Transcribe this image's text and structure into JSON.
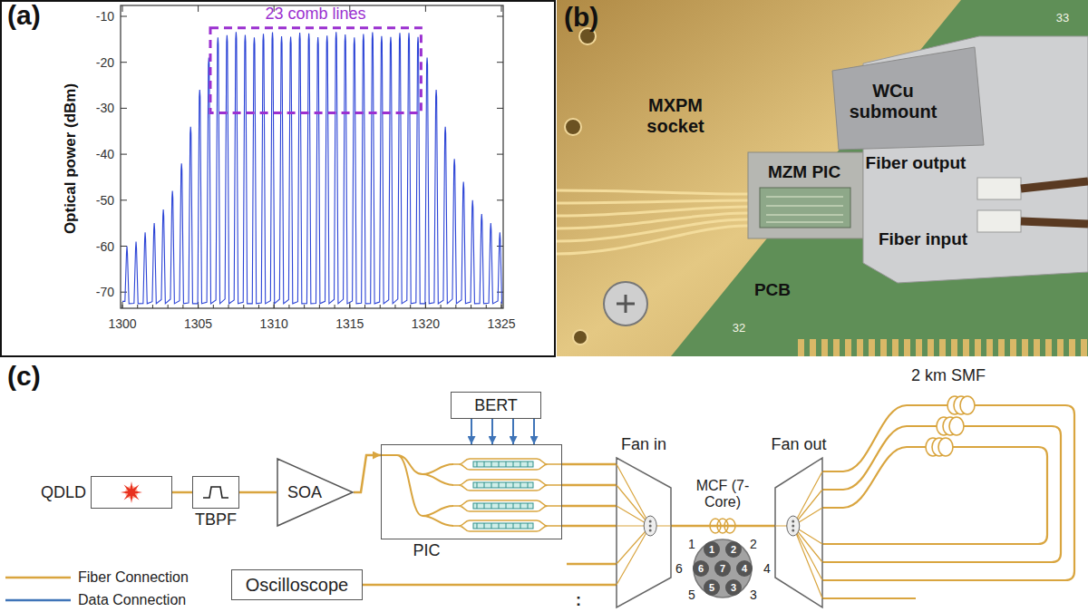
{
  "diagram": {
    "nodes": [
      {
        "text": [
          "QDLD"
        ]
      },
      {
        "text": [
          "TBPF"
        ]
      },
      {
        "text": [
          "SOA"
        ]
      },
      {
        "text": [
          "BERT"
        ]
      },
      {
        "text": [
          "PIC"
        ]
      },
      {
        "text": [
          "Fan in"
        ]
      },
      {
        "text": [
          "Fan out"
        ]
      },
      {
        "text": [
          "Oscilloscope"
        ]
      }
    ],
    "edges": [
      {
        "from": 0,
        "to": 1,
        "arrow": "none"
      },
      {
        "from": 1,
        "to": 2,
        "arrow": "none"
      },
      {
        "from": 2,
        "to": 4,
        "arrow": "to"
      },
      {
        "from": 3,
        "to": 4,
        "arrow": "to"
      },
      {
        "from": 4,
        "to": 5,
        "arrow": "none"
      },
      {
        "from": 5,
        "to": 6,
        "arrow": "none"
      },
      {
        "from": 5,
        "to": 7,
        "arrow": "none"
      }
    ],
    "labels": [
      "(a)",
      "23 comb lines",
      "Optical power (dBm)",
      "-10",
      "-20",
      "-30",
      "-40",
      "-50",
      "-60",
      "-70",
      "1300",
      "1305",
      "1310",
      "1315",
      "1320",
      "1325",
      "(b)",
      "MXPM socket",
      "WCu submount",
      "MZM PIC",
      "Fiber output",
      "Fiber input",
      "PCB",
      "33",
      "32",
      "(c)",
      "2 km SMF",
      "MCF (7-Core)",
      "1",
      "2",
      "6",
      "4",
      "5",
      "3",
      "1",
      "2",
      "6",
      "7",
      "4",
      "5",
      "3",
      ":"
    ],
    "legend": [
      {
        "text": "Fiber Connection"
      },
      {
        "text": "Data Connection"
      }
    ]
  }
}
